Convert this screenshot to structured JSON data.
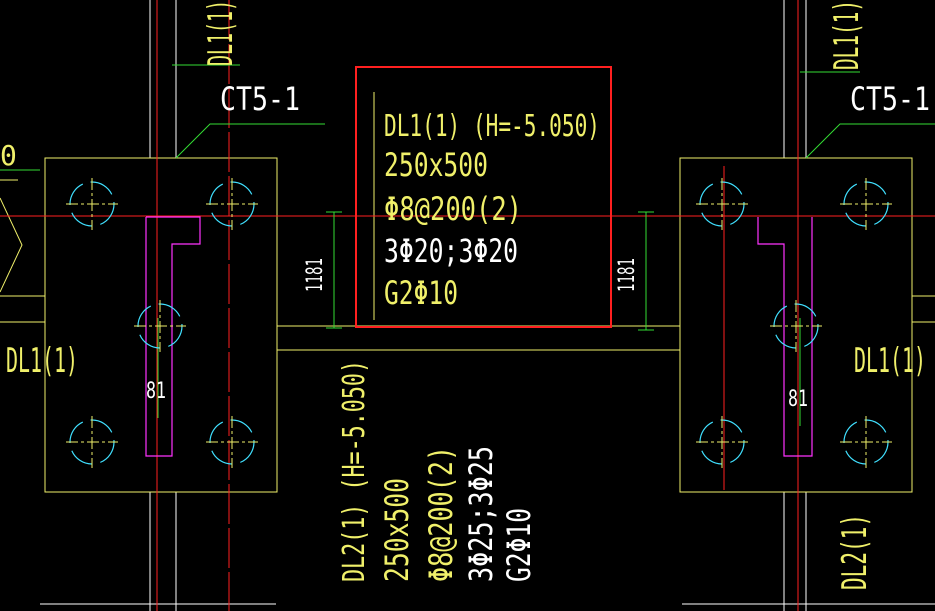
{
  "colors": {
    "background": "#000000",
    "structure": "#f0f06a",
    "white_lines": "#ffffff",
    "axis_red": "#ff2020",
    "dimension_green": "#33dd33",
    "rebar_magenta": "#ff33ff",
    "pile_cyan": "#40e0ff",
    "highlight_box": "#ff2020"
  },
  "icons": {
    "pile": "pile-circle-icon"
  },
  "labels": {
    "dl1_top_left": "DL1(1)",
    "dl1_top_right": "DL1(1)",
    "ct5_left": "CT5-1",
    "ct5_right": "CT5-1",
    "dl1_mid_left": "DL1(1)",
    "dl1_mid_right": "DL1(1)",
    "dl2_bottom_right": "DL2(1)",
    "partial_left": "0"
  },
  "dimensions": {
    "left": "1181",
    "right": "1181",
    "small_left": "81",
    "small_right": "81"
  },
  "beam_dl1_annotation": [
    "DL1(1) (H=-5.050)",
    "250x500",
    "Φ8@200(2)",
    "3Φ20;3Φ20",
    "G2Φ10"
  ],
  "beam_dl2_annotation": [
    "DL2(1) (H=-5.050)",
    "250x500",
    "Φ8@200(2)",
    "3Φ25;3Φ25",
    "G2Φ10"
  ]
}
